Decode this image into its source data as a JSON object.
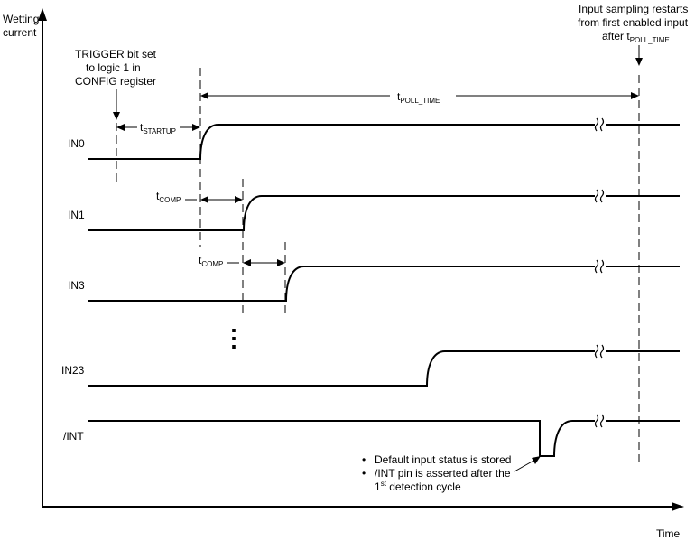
{
  "axes": {
    "y_label_line1": "Wetting",
    "y_label_line2": "current",
    "x_label": "Time"
  },
  "annotations": {
    "trigger_line1": "TRIGGER bit set",
    "trigger_line2": "to logic 1 in",
    "trigger_line3": "CONFIG register",
    "restart_line1": "Input sampling restarts",
    "restart_line2": "from first enabled input",
    "restart_line3_prefix": "after t",
    "restart_line3_sub": "POLL_TIME"
  },
  "timing_labels": {
    "t_startup_main": "t",
    "t_startup_sub": "STARTUP",
    "t_poll_main": "t",
    "t_poll_sub": "POLL_TIME",
    "t_comp1_main": "t",
    "t_comp1_sub": "COMP",
    "t_comp2_main": "t",
    "t_comp2_sub": "COMP"
  },
  "signals": [
    {
      "label": "IN0"
    },
    {
      "label": "IN1"
    },
    {
      "label": "IN3"
    },
    {
      "label": "IN23"
    },
    {
      "label": "/INT"
    }
  ],
  "ellipsis": "⋮",
  "notes": {
    "bullet": "•",
    "item1": "Default input status is stored",
    "item2_line1": "/INT pin is asserted after the",
    "item2_line2_prefix": "1",
    "item2_line2_sup": "st",
    "item2_line2_suffix": " detection cycle"
  }
}
